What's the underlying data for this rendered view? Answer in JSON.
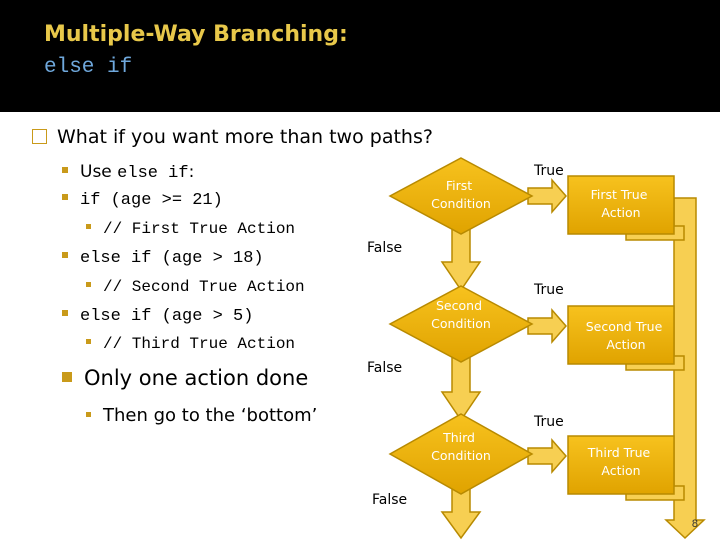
{
  "header": {
    "title": "Multiple-Way Branching:",
    "subtitle": "else if"
  },
  "content": {
    "question": "What if you want more than two paths?",
    "use_prefix": "Use ",
    "use_code": "else if",
    "use_suffix": ":",
    "code_lines": [
      "if (age >= 21)",
      "// First True Action",
      "else if (age > 18)",
      "// Second True Action",
      "else if (age > 5)",
      "// Third True Action"
    ],
    "only_one": "Only one action done",
    "bottom_note": "Then go to the ‘bottom’"
  },
  "flowchart": {
    "conditions": [
      "First Condition",
      "Second Condition",
      "Third Condition"
    ],
    "actions": [
      "First True Action",
      "Second True Action",
      "Third True Action"
    ],
    "true_label": "True",
    "false_label": "False"
  },
  "colors": {
    "header_bg": "#000000",
    "title": "#e8c84a",
    "subtitle": "#6fa8dc",
    "bullet": "#c99a1a",
    "shape_fill": "#f0b400",
    "shape_stroke": "#b88a00",
    "arrow_fill": "#f7cf52"
  },
  "page_number": "8"
}
